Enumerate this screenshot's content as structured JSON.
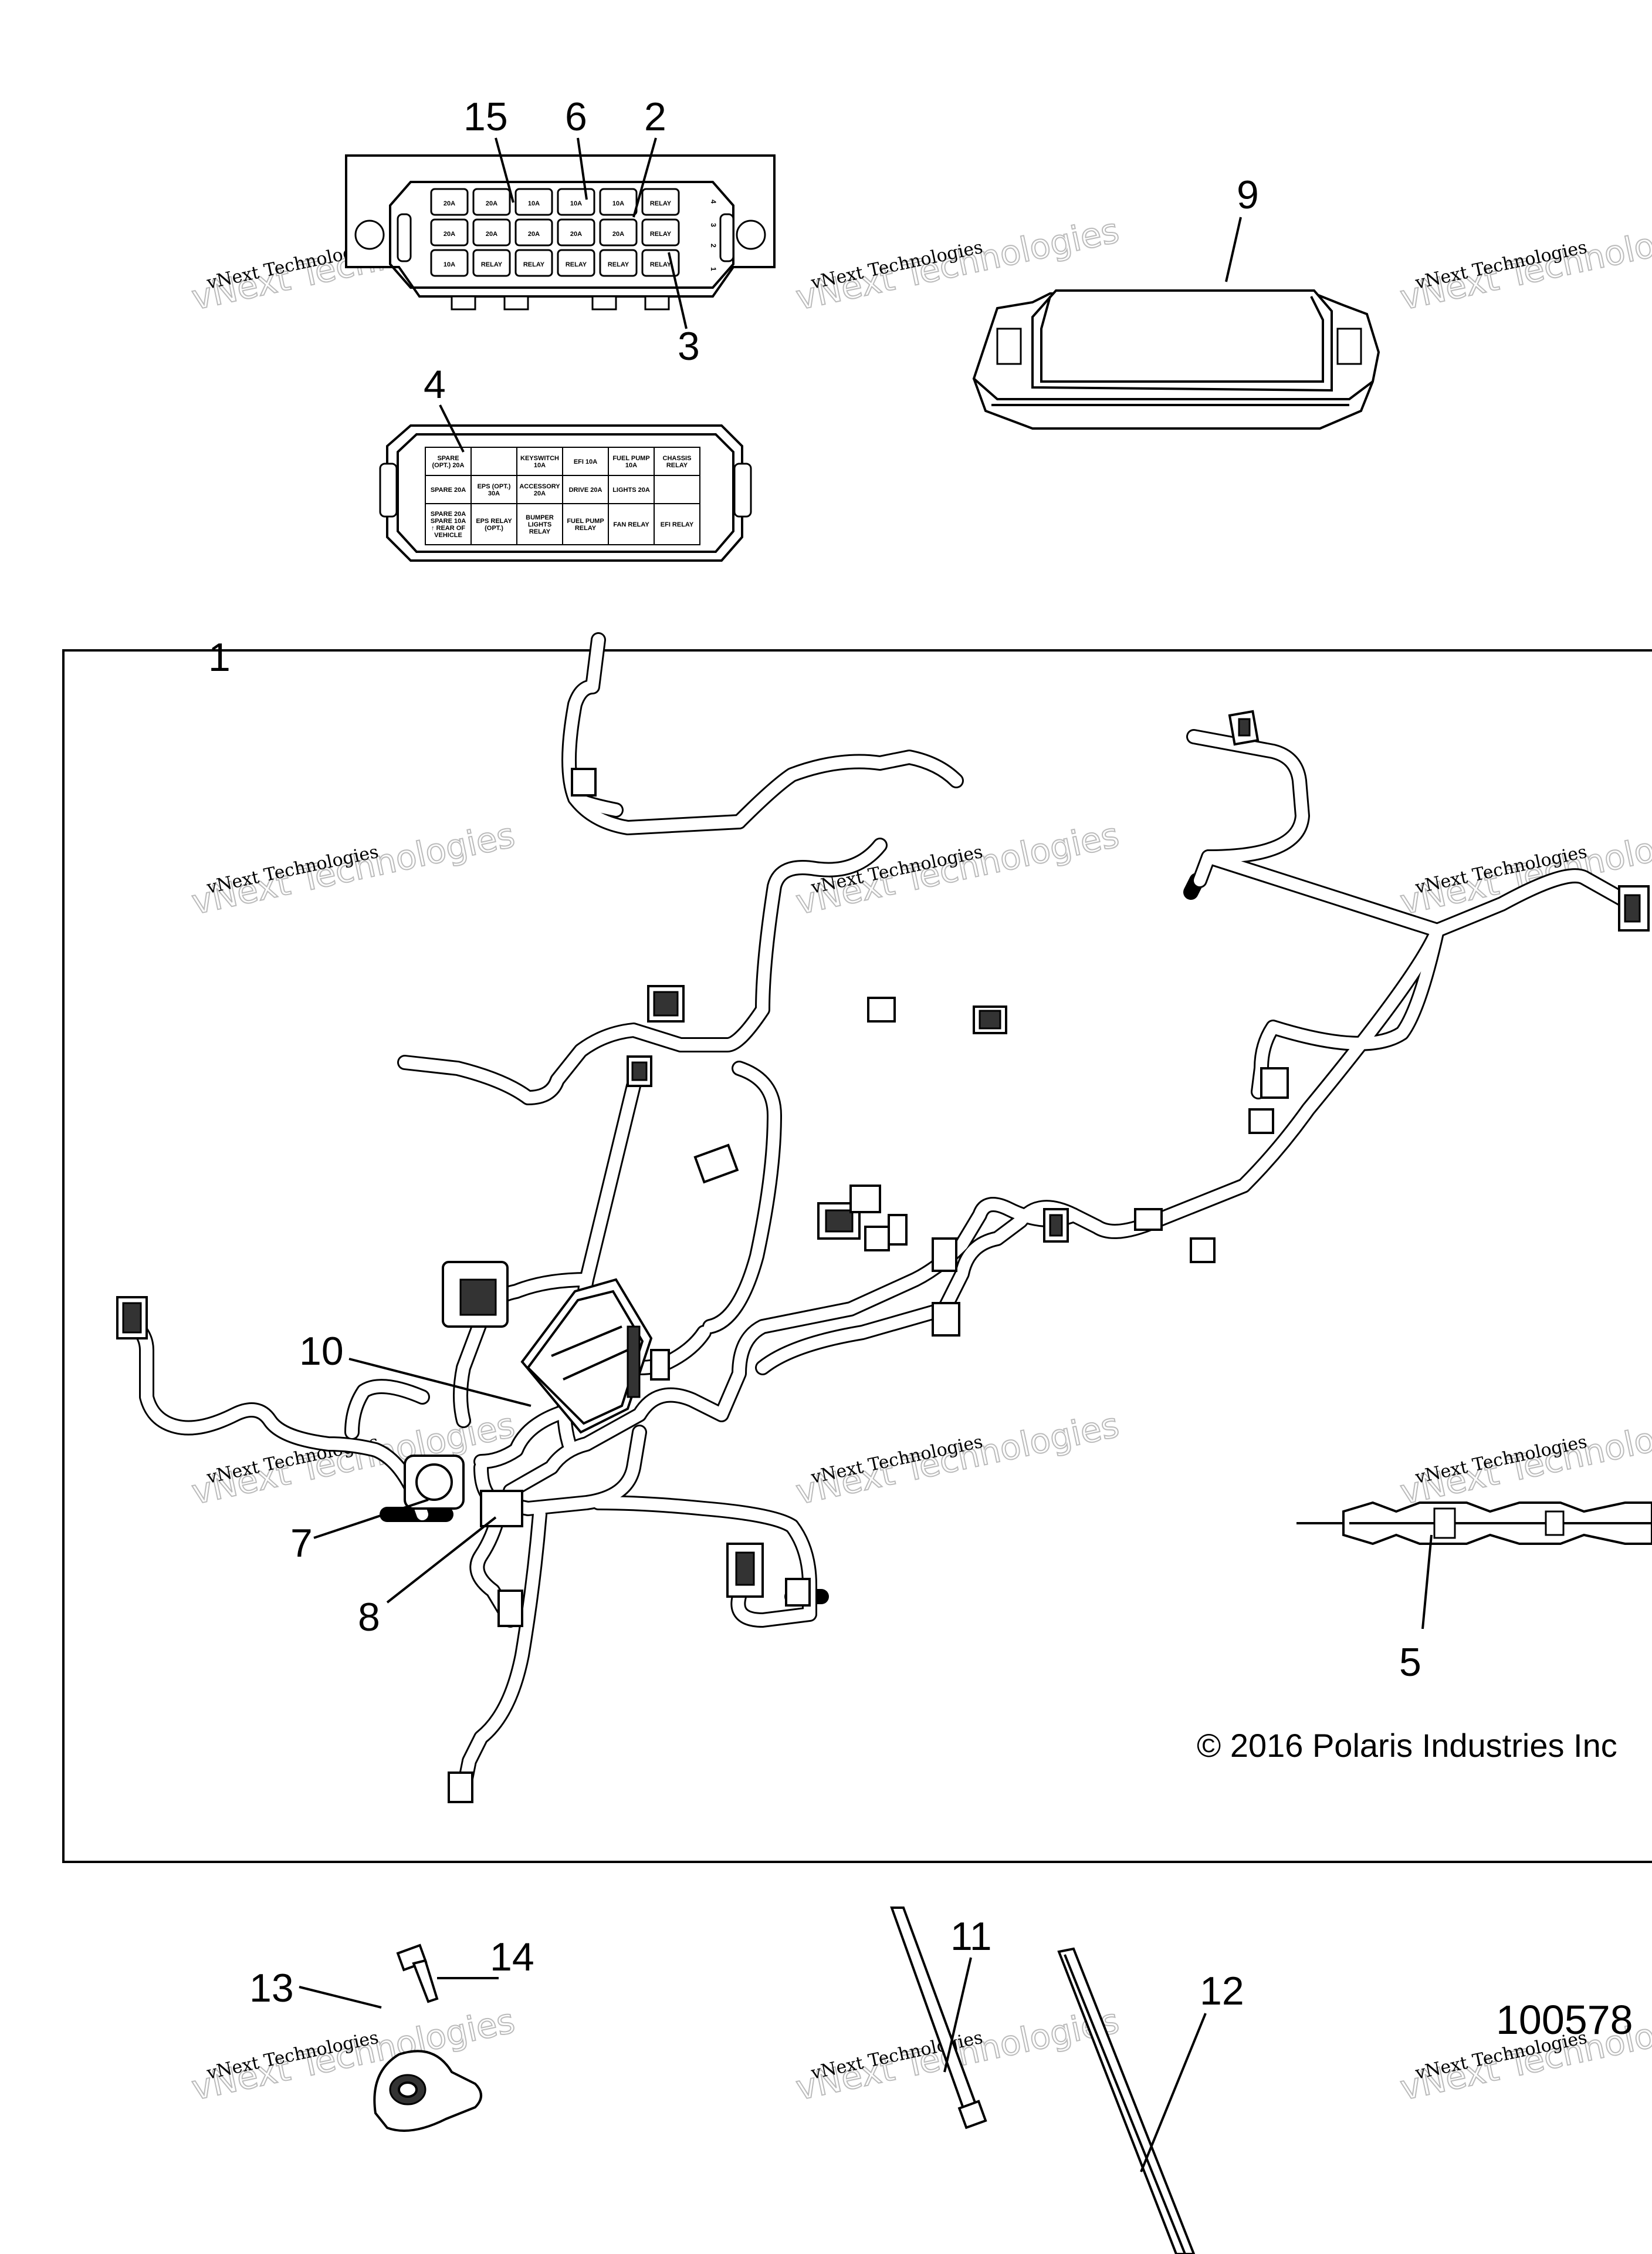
{
  "callouts": {
    "c1": "1",
    "c2": "2",
    "c3": "3",
    "c4": "4",
    "c5": "5",
    "c6": "6",
    "c7": "7",
    "c8": "8",
    "c9": "9",
    "c10": "10",
    "c11": "11",
    "c12": "12",
    "c13": "13",
    "c14": "14",
    "c15": "15"
  },
  "copyright": "© 2016 Polaris Industries Inc",
  "figure_number": "100578",
  "watermark": {
    "line1": "vNext Technologies",
    "line2": "vNext Technologies"
  },
  "fuse_box_top": {
    "row1": [
      "20A",
      "20A",
      "10A",
      "10A",
      "10A",
      "RELAY"
    ],
    "row2": [
      "20A",
      "20A",
      "20A",
      "20A",
      "20A",
      "RELAY"
    ],
    "row3": [
      "10A",
      "RELAY",
      "RELAY",
      "RELAY",
      "RELAY",
      "RELAY"
    ],
    "side_numbers": [
      "4",
      "3",
      "2",
      "1"
    ]
  },
  "fuse_cover_labels": {
    "r1": [
      "SPARE (OPT.) 20A",
      "",
      "KEYSWITCH 10A",
      "EFI 10A",
      "FUEL PUMP 10A",
      "CHASSIS RELAY"
    ],
    "r2": [
      "SPARE 20A",
      "EPS (OPT.) 30A",
      "ACCESSORY 20A",
      "DRIVE 20A",
      "LIGHTS 20A",
      ""
    ],
    "r3": [
      "SPARE 20A SPARE 10A ↑ REAR OF VEHICLE",
      "EPS RELAY (OPT.)",
      "BUMPER LIGHTS RELAY",
      "FUEL PUMP RELAY",
      "FAN RELAY",
      "EFI RELAY"
    ]
  }
}
